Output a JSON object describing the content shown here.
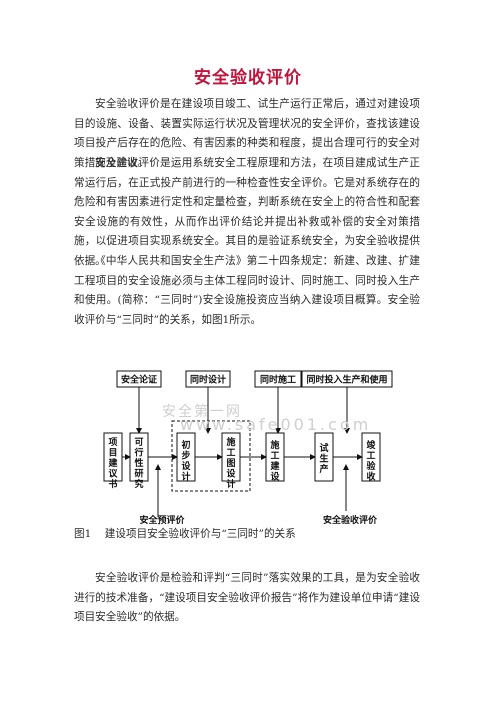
{
  "title": "安全验收评价",
  "paragraphs": [
    "安全验收评价是在建设项目竣工、试生产运行正常后，通过对建设项目的设施、设备、装置实际运行状况及管理状况的安全评价，查找该建设项目投产后存在的危险、有害因素的种类和程度，提出合理可行的安全对策措施及建议。",
    "安全验收评价是运用系统安全工程原理和方法，在项目建成试生产正常运行后，在正式投产前进行的一种检查性安全评价。它是对系统存在的危险和有害因素进行定性和定量检查，判断系统在安全上的符合性和配套安全设施的有效性，从而作出评价结论并提出补救或补偿的安全对策措施，以促进项目实现系统安全。其目的是验证系统安全，为安全验收提供依据。",
    "《中华人民共和国安全生产法》第二十四条规定：新建、改建、扩建工程项目的安全设施必须与主体工程同时设计、同时施工、同时投入生产和使用。(简称：“三同时”)安全设施投资应当纳入建设项目概算。安全验收评价与“三同时”的关系，如图1所示。",
    "安全验收评价是检验和评判“三同时”落实效果的工具，是为安全验收进行的技术准备，“建设项目安全验收评价报告”将作为建设单位申请“建设项目安全验收”的依据。"
  ],
  "figure": {
    "caption": "图1    建设项目安全验收评价与“三同时”的关系",
    "top_labels": {
      "safety_demo": "安全论证",
      "simul_design": "同时设计",
      "simul_construction": "同时施工",
      "simul_production": "同时投入生产和使用"
    },
    "steps": {
      "proposal": "项目建议书",
      "feasibility": "可行性研究",
      "prelim_design": "初步设计",
      "construction_drawing": "施工图设计",
      "construction": "施工建设",
      "trial_production": "试生产",
      "acceptance": "竣工验收"
    },
    "bottom_labels": {
      "pre_eval": "安全预评价",
      "acceptance_eval": "安全验收评价"
    },
    "watermark": {
      "line1": "安全第一网",
      "line2": "www.safe001.com"
    }
  }
}
